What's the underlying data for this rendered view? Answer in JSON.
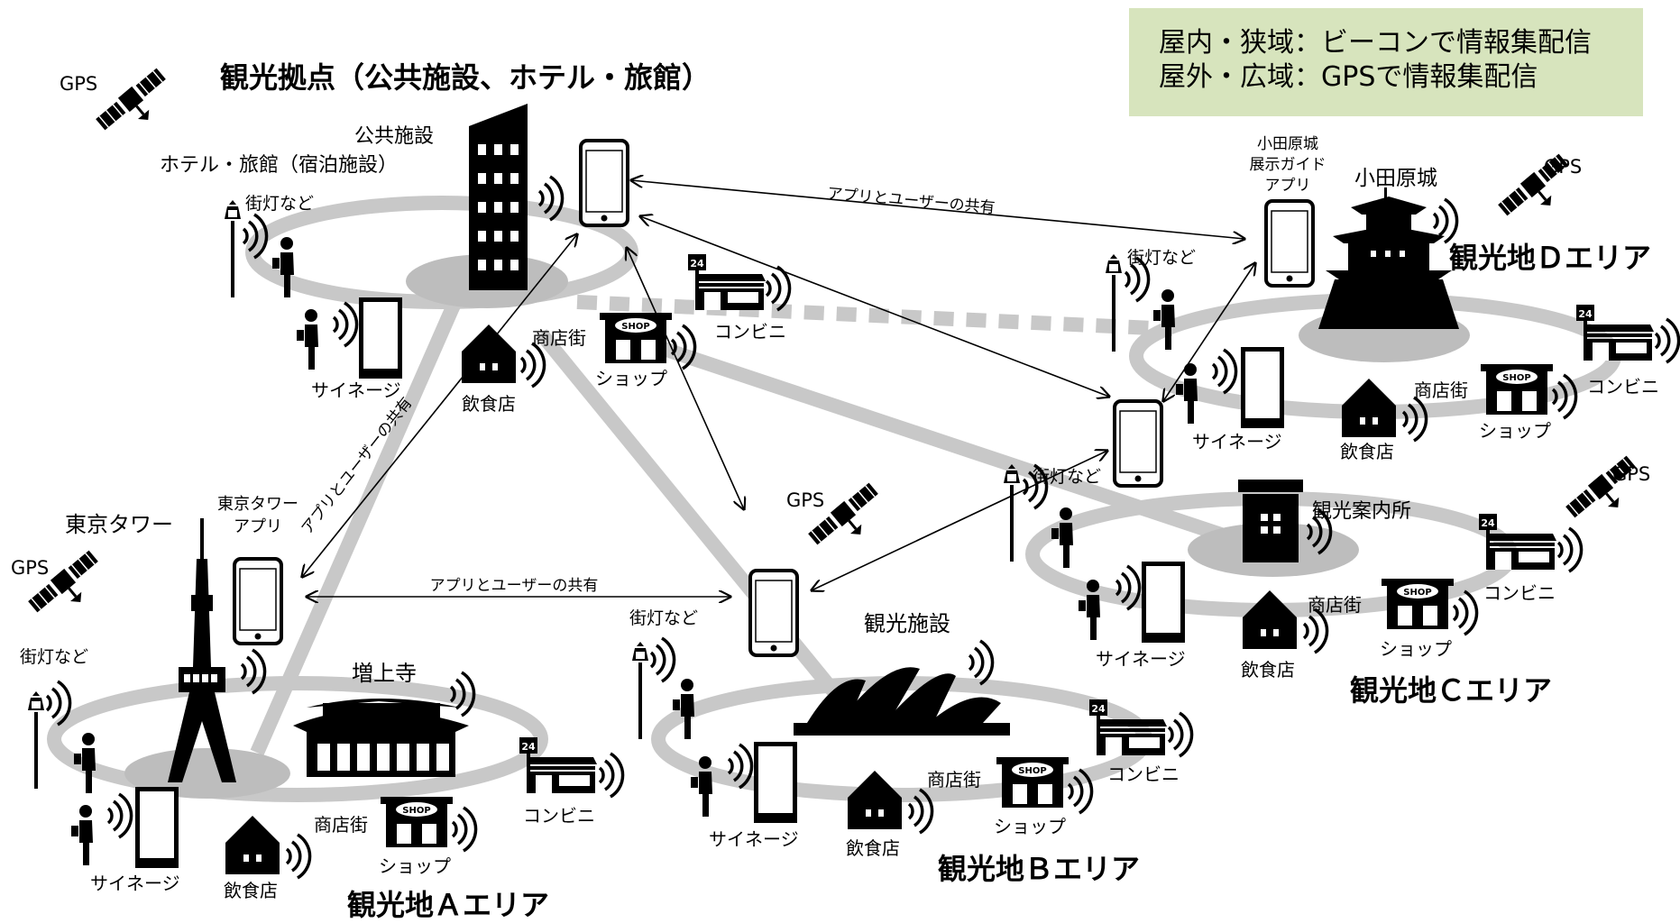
{
  "legend": {
    "line1": "屋内・狭域：ビーコンで情報集配信",
    "line2": "屋外・広域：GPSで情報集配信"
  },
  "hub": {
    "title": "観光拠点（公共施設、ホテル・旅館）",
    "public_facility": "公共施設",
    "hotel": "ホテル・旅館（宿泊施設）",
    "streetlight": "街灯など",
    "signage": "サイネージ",
    "restaurant": "飲食店",
    "shopping_street": "商店街",
    "shop": "ショップ",
    "convenience": "コンビニ"
  },
  "area_a": {
    "title": "観光地Ａエリア",
    "tower": "東京タワー",
    "tower_app": "東京タワー\nアプリ",
    "temple": "増上寺",
    "streetlight": "街灯など",
    "signage": "サイネージ",
    "restaurant": "飲食店",
    "shopping_street": "商店街",
    "shop": "ショップ",
    "convenience": "コンビニ"
  },
  "area_b": {
    "title": "観光地Ｂエリア",
    "facility": "観光施設",
    "streetlight": "街灯など",
    "signage": "サイネージ",
    "restaurant": "飲食店",
    "shopping_street": "商店街",
    "shop": "ショップ",
    "convenience": "コンビニ"
  },
  "area_c": {
    "title": "観光地Ｃエリア",
    "info_center": "観光案内所",
    "streetlight": "街灯など",
    "signage": "サイネージ",
    "restaurant": "飲食店",
    "shopping_street": "商店街",
    "shop": "ショップ",
    "convenience": "コンビニ"
  },
  "area_d": {
    "title": "観光地Ｄエリア",
    "castle": "小田原城",
    "castle_app": "小田原城\n展示ガイド\nアプリ",
    "streetlight": "街灯など",
    "signage": "サイネージ",
    "restaurant": "飲食店",
    "shopping_street": "商店街",
    "shop": "ショップ",
    "convenience": "コンビニ"
  },
  "links": {
    "share_top": "アプリとユーザーの共有",
    "share_middle": "アプリとユーザーの共有",
    "share_diagonal": "アプリとユーザーの共有"
  },
  "gps_label": "GPS",
  "shop_sign": "SHOP",
  "store_24": "24",
  "colors": {
    "legend_bg": "#d7e4bd",
    "route": "#c8c8c8",
    "hub_ellipse": "#bdbdbd",
    "icon": "#000000"
  }
}
